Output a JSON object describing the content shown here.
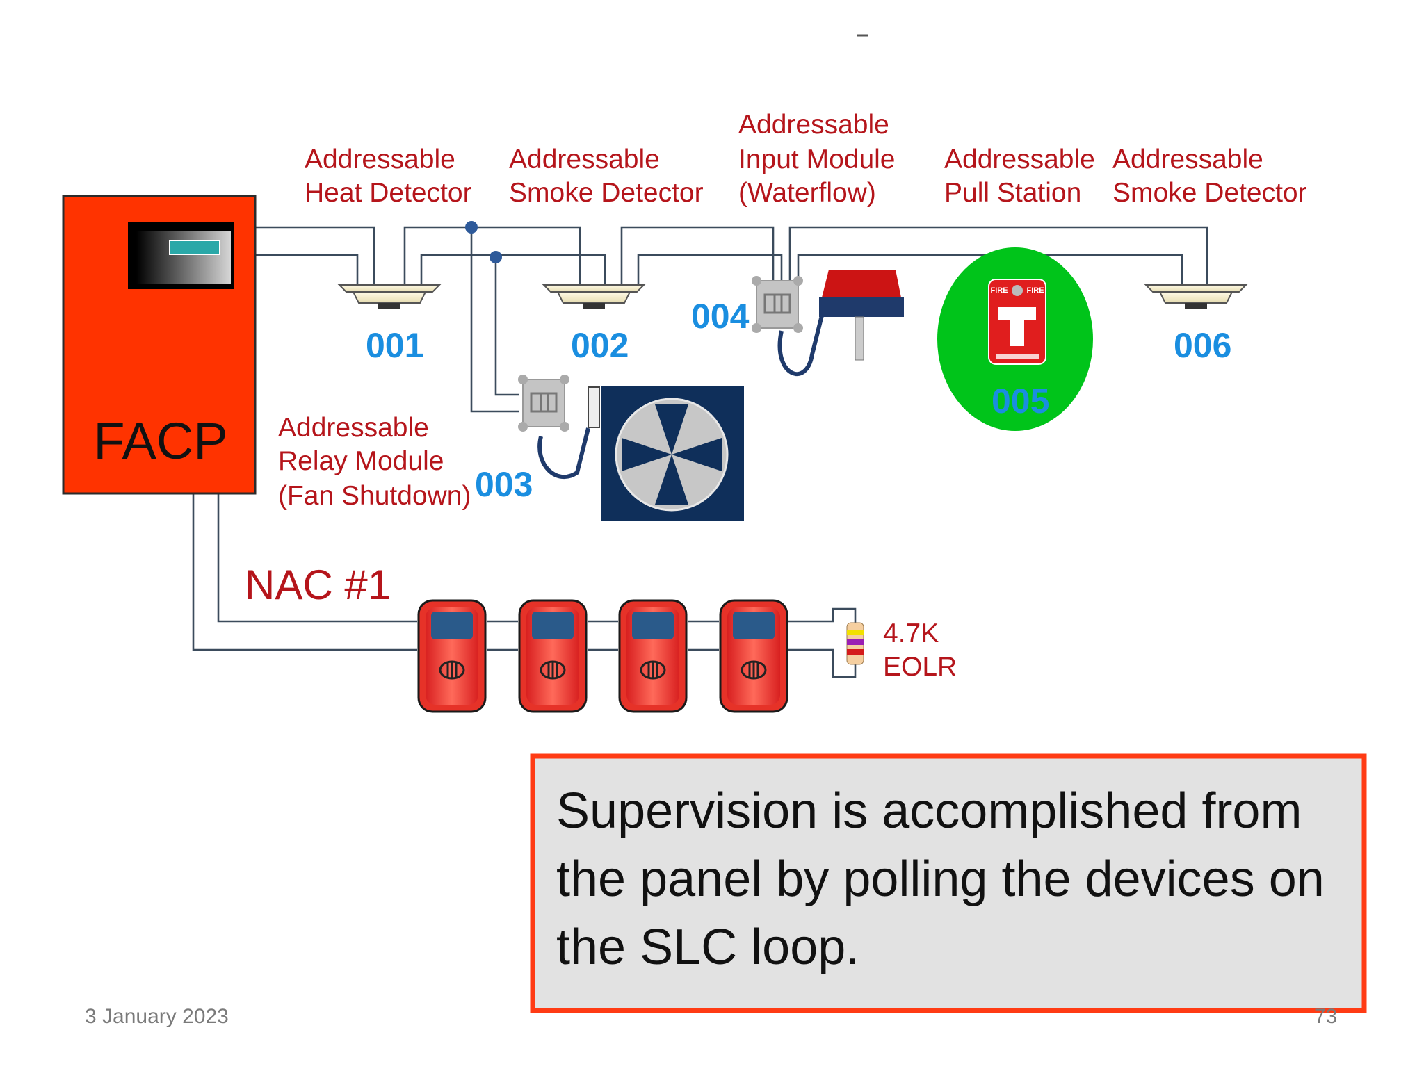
{
  "diagram": {
    "panel": {
      "label": "FACP"
    },
    "devices": {
      "heat_detector": {
        "label": [
          "Addressable",
          "Heat Detector"
        ],
        "address": "001"
      },
      "smoke_detector_1": {
        "label": [
          "Addressable",
          "Smoke Detector"
        ],
        "address": "002"
      },
      "relay_module": {
        "label": [
          "Addressable",
          "Relay Module",
          "(Fan Shutdown)"
        ],
        "address": "003"
      },
      "input_module": {
        "label": [
          "Addressable",
          "Input Module",
          "(Waterflow)"
        ],
        "address": "004"
      },
      "pull_station": {
        "label": [
          "Addressable",
          "Pull Station"
        ],
        "address": "005",
        "sign_top": [
          "FIRE",
          "FIRE"
        ]
      },
      "smoke_detector_2": {
        "label": [
          "Addressable",
          "Smoke Detector"
        ],
        "address": "006"
      }
    },
    "nac": {
      "label": "NAC #1",
      "appliance_count": 4
    },
    "eolr": {
      "label": [
        "4.7K",
        "EOLR"
      ]
    },
    "colors": {
      "panel": "#ff3300",
      "label_red": "#b5151b",
      "address_blue": "#1a8ee0",
      "pull_station_bg": "#00c41a",
      "wire": "#3b4b5c",
      "callout_border": "#ff3b14",
      "callout_bg": "#e2e2e2"
    }
  },
  "callout": {
    "text": "Supervision is accomplished from the panel by polling the devices on the SLC loop."
  },
  "footer": {
    "date": "3 January 2023",
    "page": "73"
  }
}
